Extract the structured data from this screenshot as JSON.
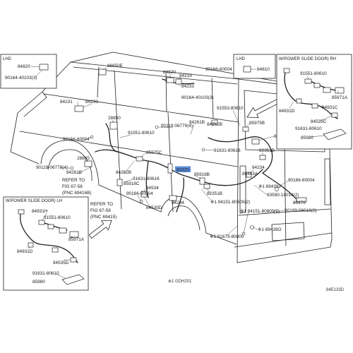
{
  "diagram": {
    "figure_code": "84E133D",
    "footnote": "※1 GDH201",
    "highlighted_part": "83320",
    "highlight_color": "#5b8dd9",
    "main_labels": [
      "86650E",
      "84820",
      "84233",
      "84233",
      "90164-40103(3)",
      "90166-60004",
      "84231",
      "84233",
      "28850",
      "91551-80610",
      "90166-60004",
      "90119-06779(4)",
      "84261B",
      "84262B",
      "91553-80610",
      "85975B",
      "84535C",
      "82351B",
      "91631-80616",
      "85975C",
      "28865",
      "90119-06779(4)",
      "84261B",
      "84262B",
      "85918B",
      "91631-80616",
      "85918C",
      "84534",
      "90166-60004",
      "82351B",
      "84234",
      "89463A",
      "90166-60004",
      "※1 89439J",
      "93590-16014(2)",
      "85976",
      "90189-06018(2)",
      "※1 94151-80800(2)",
      "84234",
      "※1 94151-80600(2)",
      "84535D",
      "※1 89439O",
      "※1 91673-80800"
    ],
    "refer_notes": [
      {
        "lines": [
          "REFER TO",
          "FIG 67-58",
          "(PNC 69416B)"
        ]
      },
      {
        "lines": [
          "REFER TO",
          "FIG 67-58",
          "(PNC 69415)"
        ]
      }
    ],
    "insets": {
      "lhd_left": {
        "title": "LHD",
        "labels": [
          "84820",
          "90164-40103(3)"
        ]
      },
      "lhd_right": {
        "title": "LHD",
        "labels": [
          "84810"
        ]
      },
      "slide_door_rh": {
        "title": "W/POWER SLIDE DOOR) RH",
        "labels": [
          "91551-80610",
          "85971A",
          "84931D",
          "84931C",
          "84535C",
          "91631-80610",
          "85980"
        ]
      },
      "slide_door_lh": {
        "title": "W/POWER SLIDE DOOR) LH",
        "labels": [
          "84931H",
          "91551-80610",
          "85971A",
          "84931D",
          "84535D",
          "91631-80610",
          "85980"
        ]
      }
    }
  }
}
